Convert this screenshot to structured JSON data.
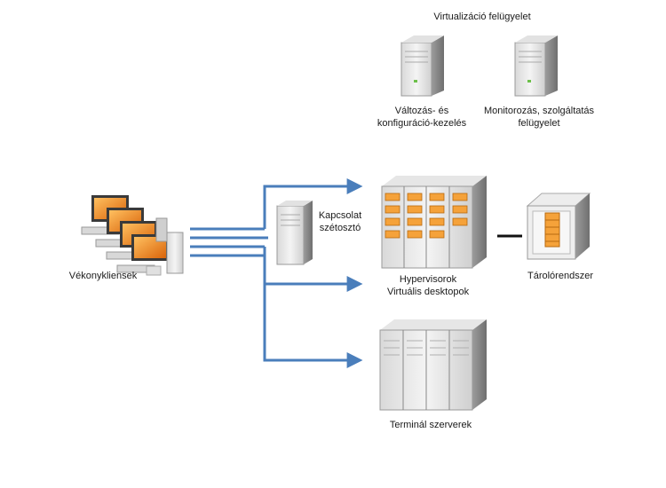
{
  "nodes": {
    "virtualization_monitoring": {
      "title": "Virtualizáció felügyelet"
    },
    "change_config": {
      "line1": "Változás- és",
      "line2": "konfiguráció-kezelés"
    },
    "monitoring_service": {
      "line1": "Monitorozás, szolgáltatás",
      "line2": "felügyelet"
    },
    "thin_clients": {
      "label": "Vékonykliensek"
    },
    "connection_broker": {
      "line1": "Kapcsolat",
      "line2": "szétosztó"
    },
    "hypervisors": {
      "line1": "Hypervisorok",
      "line2": "Virtuális desktopok"
    },
    "storage": {
      "label": "Tárolórendszer"
    },
    "terminal_servers": {
      "label": "Terminál szerverek"
    }
  },
  "colors": {
    "arrow": "#4a7ebb",
    "server_light": "#e8e8e8",
    "server_dark": "#9a9a9a",
    "screen_orange": "#f08a1c",
    "drive_orange": "#f5a23a",
    "link_black": "#111111"
  }
}
